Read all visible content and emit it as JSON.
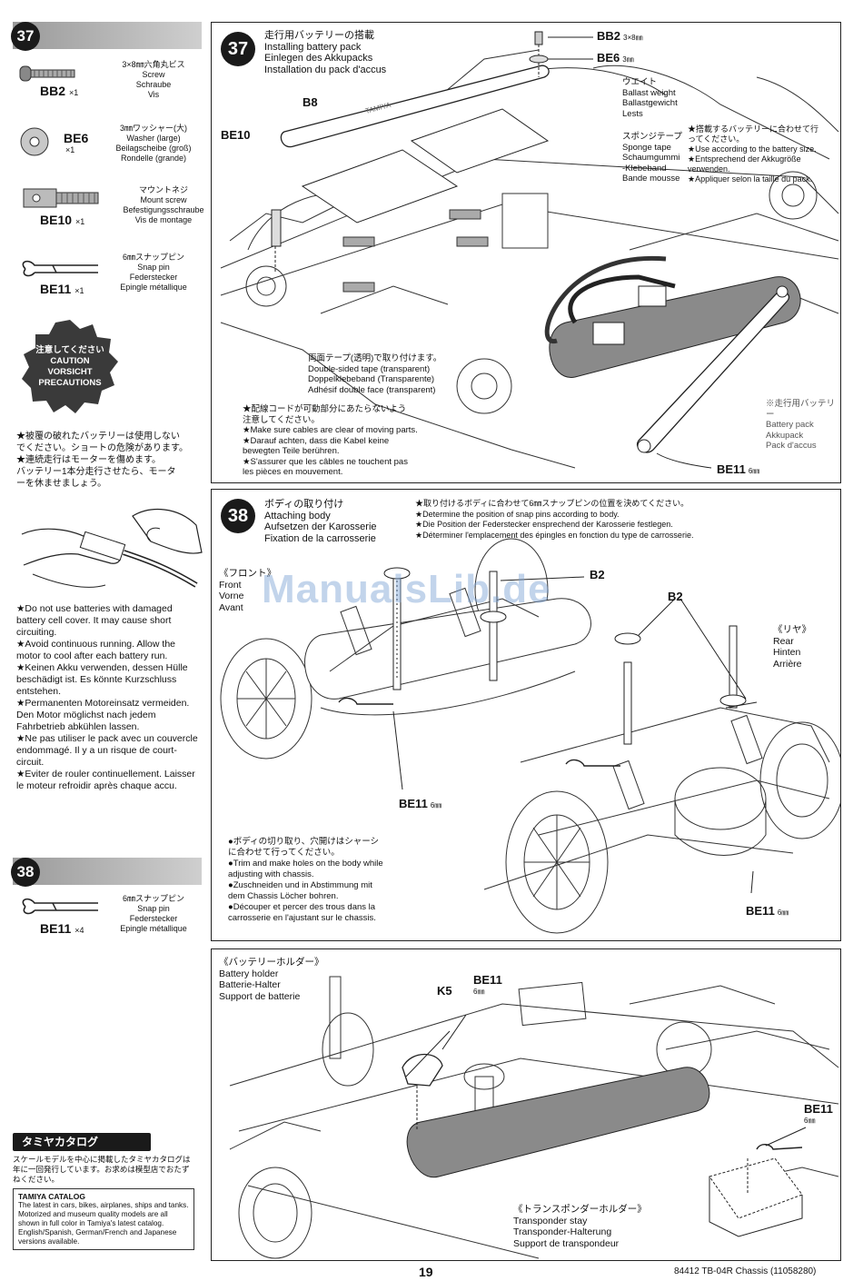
{
  "left": {
    "step37": {
      "badge": "37",
      "parts": [
        {
          "icon": "screw-icon",
          "code": "BB2",
          "qty": "×1",
          "desc": [
            "3×8㎜六角丸ビス",
            "Screw",
            "Schraube",
            "Vis"
          ]
        },
        {
          "icon": "washer-icon",
          "code": "BE6",
          "qty": "×1",
          "desc": [
            "3㎜ワッシャー(大)",
            "Washer (large)",
            "Beilagscheibe (groß)",
            "Rondelle (grande)"
          ]
        },
        {
          "icon": "mount-screw-icon",
          "code": "BE10",
          "qty": "×1",
          "desc": [
            "マウントネジ",
            "Mount screw",
            "Befestigungsschraube",
            "Vis de montage"
          ]
        },
        {
          "icon": "snap-pin-icon",
          "code": "BE11",
          "qty": "×1",
          "desc": [
            "6㎜スナップピン",
            "Snap pin",
            "Federstecker",
            "Epingle métallique"
          ]
        }
      ]
    },
    "caution": [
      "注意してください",
      "CAUTION",
      "VORSICHT",
      "PRECAUTIONS"
    ],
    "jp_warning": [
      "★被覆の破れたバッテリーは使用しない",
      "でください。ショートの危険があります。",
      "★連続走行はモーターを傷めます。",
      "バッテリー1本分走行させたら、モータ",
      "ーを休ませましょう。"
    ],
    "warnings": [
      "★Do not use batteries with damaged battery cell cover. It may cause short circuiting.",
      "★Avoid continuous running. Allow the motor to cool after each battery run.",
      "★Keinen Akku verwenden, dessen Hülle beschädigt ist. Es könnte Kurzschluss entstehen.",
      "★Permanenten Motoreinsatz vermeiden. Den Motor möglichst nach jedem Fahrbetrieb abkühlen lassen.",
      "★Ne pas utiliser le pack avec un couvercle endommagé. Il y a un risque de court-circuit.",
      "★Eviter de rouler continuellement. Laisser le moteur refroidir après chaque accu."
    ],
    "step38": {
      "badge": "38",
      "parts": [
        {
          "icon": "snap-pin-icon",
          "code": "BE11",
          "qty": "×4",
          "desc": [
            "6㎜スナップピン",
            "Snap pin",
            "Federstecker",
            "Epingle métallique"
          ]
        }
      ]
    },
    "catalog": {
      "header": "タミヤカタログ",
      "jp": "スケールモデルを中心に掲載したタミヤカタログは年に一回発行しています。お求めは模型店でおたずねください。",
      "box_title": "TAMIYA CATALOG",
      "box_text": "The latest in cars, bikes, airplanes, ships and tanks. Motorized and museum quality models are all shown in full color in Tamiya's latest catalog. English/Spanish, German/French and Japanese versions available."
    }
  },
  "panel37": {
    "badge": "37",
    "title": [
      "走行用バッテリーの搭載",
      "Installing battery pack",
      "Einlegen des Akkupacks",
      "Installation du pack d'accus"
    ],
    "labels": {
      "bb2": "BB2",
      "bb2_size": "3×8㎜",
      "be6": "BE6",
      "be6_size": "3㎜",
      "b8": "B8",
      "be10": "BE10",
      "be11": "BE11",
      "be11_size": "6㎜"
    },
    "ballast": [
      "ウエイト",
      "Ballast weight",
      "Ballastgewicht",
      "Lests"
    ],
    "sponge": [
      "スポンジテープ",
      "Sponge tape",
      "Schaumgummi",
      "-Klebeband",
      "Bande mousse"
    ],
    "battery_size_note": [
      "★搭載するバッテリーに合わせて行",
      "ってください。",
      "★Use according to the battery size.",
      "★Entsprechend der Akkugröße",
      "verwenden.",
      "★Appliquer selon la taille du pack."
    ],
    "tape": [
      "両面テープ(透明)で取り付けます。",
      "Double-sided tape (transparent)",
      "Doppelklebeband (Transparente)",
      "Adhésif double face (transparent)"
    ],
    "cables": [
      "★配線コードが可動部分にあたらないよう",
      "注意してください。",
      "★Make sure cables are clear of moving parts.",
      "★Darauf achten, dass die Kabel keine",
      "bewegten Teile berühren.",
      "★S'assurer que les câbles ne touchent pas",
      "les pièces en mouvement."
    ],
    "battery": [
      "※走行用バッテリー",
      "Battery pack",
      "Akkupack",
      "Pack d'accus"
    ]
  },
  "panel38": {
    "badge": "38",
    "title": [
      "ボディの取り付け",
      "Attaching body",
      "Aufsetzen der Karosserie",
      "Fixation de la carrosserie"
    ],
    "snap_note": [
      "★取り付けるボディに合わせて6㎜スナップピンの位置を決めてください。",
      "★Determine the position of snap pins according to body.",
      "★Die Position der Federstecker ensprechend der Karosserie festlegen.",
      "★Déterminer l'emplacement des épingles en fonction du type de carrosserie."
    ],
    "front": [
      "《フロント》",
      "Front",
      "Vorne",
      "Avant"
    ],
    "rear": [
      "《リヤ》",
      "Rear",
      "Hinten",
      "Arrière"
    ],
    "labels": {
      "b2a": "B2",
      "b2b": "B2",
      "be11": "BE11",
      "be11_size": "6㎜",
      "be11b": "BE11",
      "be11b_size": "6㎜"
    },
    "trim_note": [
      "●ボディの切り取り、穴開けはシャーシ",
      "に合わせて行ってください。",
      "●Trim and make holes on the body while",
      "adjusting with chassis.",
      "●Zuschneiden und in Abstimmung mit",
      "dem Chassis Löcher bohren.",
      "●Découper et percer des trous dans la",
      "carrosserie en l'ajustant sur le chassis."
    ]
  },
  "panel39": {
    "holder": [
      "《バッテリーホルダー》",
      "Battery holder",
      "Batterie-Halter",
      "Support de batterie"
    ],
    "labels": {
      "k5": "K5",
      "be11": "BE11",
      "be11_size": "6㎜",
      "be11b": "BE11",
      "be11b_size": "6㎜"
    },
    "transponder": [
      "《トランスポンダーホルダー》",
      "Transponder stay",
      "Transponder-Halterung",
      "Support de transpondeur"
    ]
  },
  "watermark": "ManualsLib.de",
  "page_number": "19",
  "footer": "84412 TB-04R Chassis (11058280)"
}
